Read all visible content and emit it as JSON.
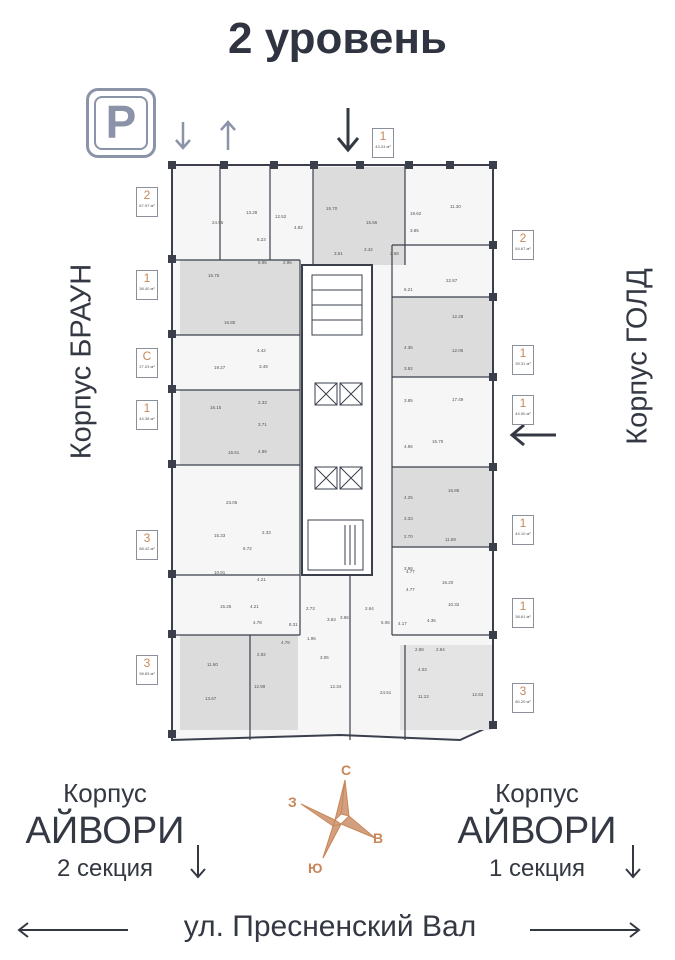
{
  "title": "2 уровень",
  "labels": {
    "left_building": "Корпус БРАУН",
    "right_building": "Корпус ГОЛД",
    "ivory_word": "Корпус",
    "ivory_name": "АЙВОРИ",
    "section_left": "2 секция",
    "section_right": "1 секция",
    "street": "ул. Пресненский Вал",
    "parking": "P"
  },
  "compass": {
    "north": "С",
    "south": "Ю",
    "east": "В",
    "west": "З"
  },
  "units": [
    {
      "type": "1",
      "area": "43.24 м²"
    },
    {
      "type": "2",
      "area": "67.97 м²"
    },
    {
      "type": "2",
      "area": "64.67 м²"
    },
    {
      "type": "1",
      "area": "38.40 м²"
    },
    {
      "type": "С",
      "area": "27.03 м²"
    },
    {
      "type": "1",
      "area": "39.31 м²"
    },
    {
      "type": "1",
      "area": "44.38 м²"
    },
    {
      "type": "1",
      "area": "44.50 м²"
    },
    {
      "type": "3",
      "area": "88.42 м²"
    },
    {
      "type": "1",
      "area": "44.10 м²"
    },
    {
      "type": "1",
      "area": "38.61 м²"
    },
    {
      "type": "3",
      "area": "98.83 м²"
    },
    {
      "type": "3",
      "area": "80.20 м²"
    }
  ],
  "rooms": [
    "24.96",
    "13.28",
    "12.52",
    "15.70",
    "15.56",
    "19.62",
    "11.30",
    "15.75",
    "16.80",
    "19.27",
    "16.15",
    "16.51",
    "23.05",
    "15.33",
    "10.91",
    "15.25",
    "11.60",
    "13.67",
    "12.99",
    "12.34",
    "24.51",
    "11.22",
    "12.63",
    "16.20",
    "10.32",
    "11.59",
    "15.86",
    "12.28",
    "12.06",
    "17.49",
    "15.70",
    "22.87",
    "6.23",
    "4.82",
    "3.51",
    "3.42",
    "2.68",
    "5.96",
    "2.96",
    "6.21",
    "3.85",
    "4.36",
    "3.82",
    "4.42",
    "3.49",
    "3.33",
    "3.71",
    "4.89",
    "4.77",
    "6.72",
    "4.21",
    "4.78",
    "4.21",
    "2.92",
    "4.78",
    "3.86",
    "2.64",
    "4.17",
    "4.96",
    "4.25",
    "3.33",
    "3.98",
    "4.77",
    "4.36",
    "2.88",
    "2.94",
    "4.03",
    "1.96",
    "2.73",
    "3.63",
    "3.05",
    "5.06",
    "8.31",
    "2.70",
    "3.85",
    "2.33"
  ]
}
